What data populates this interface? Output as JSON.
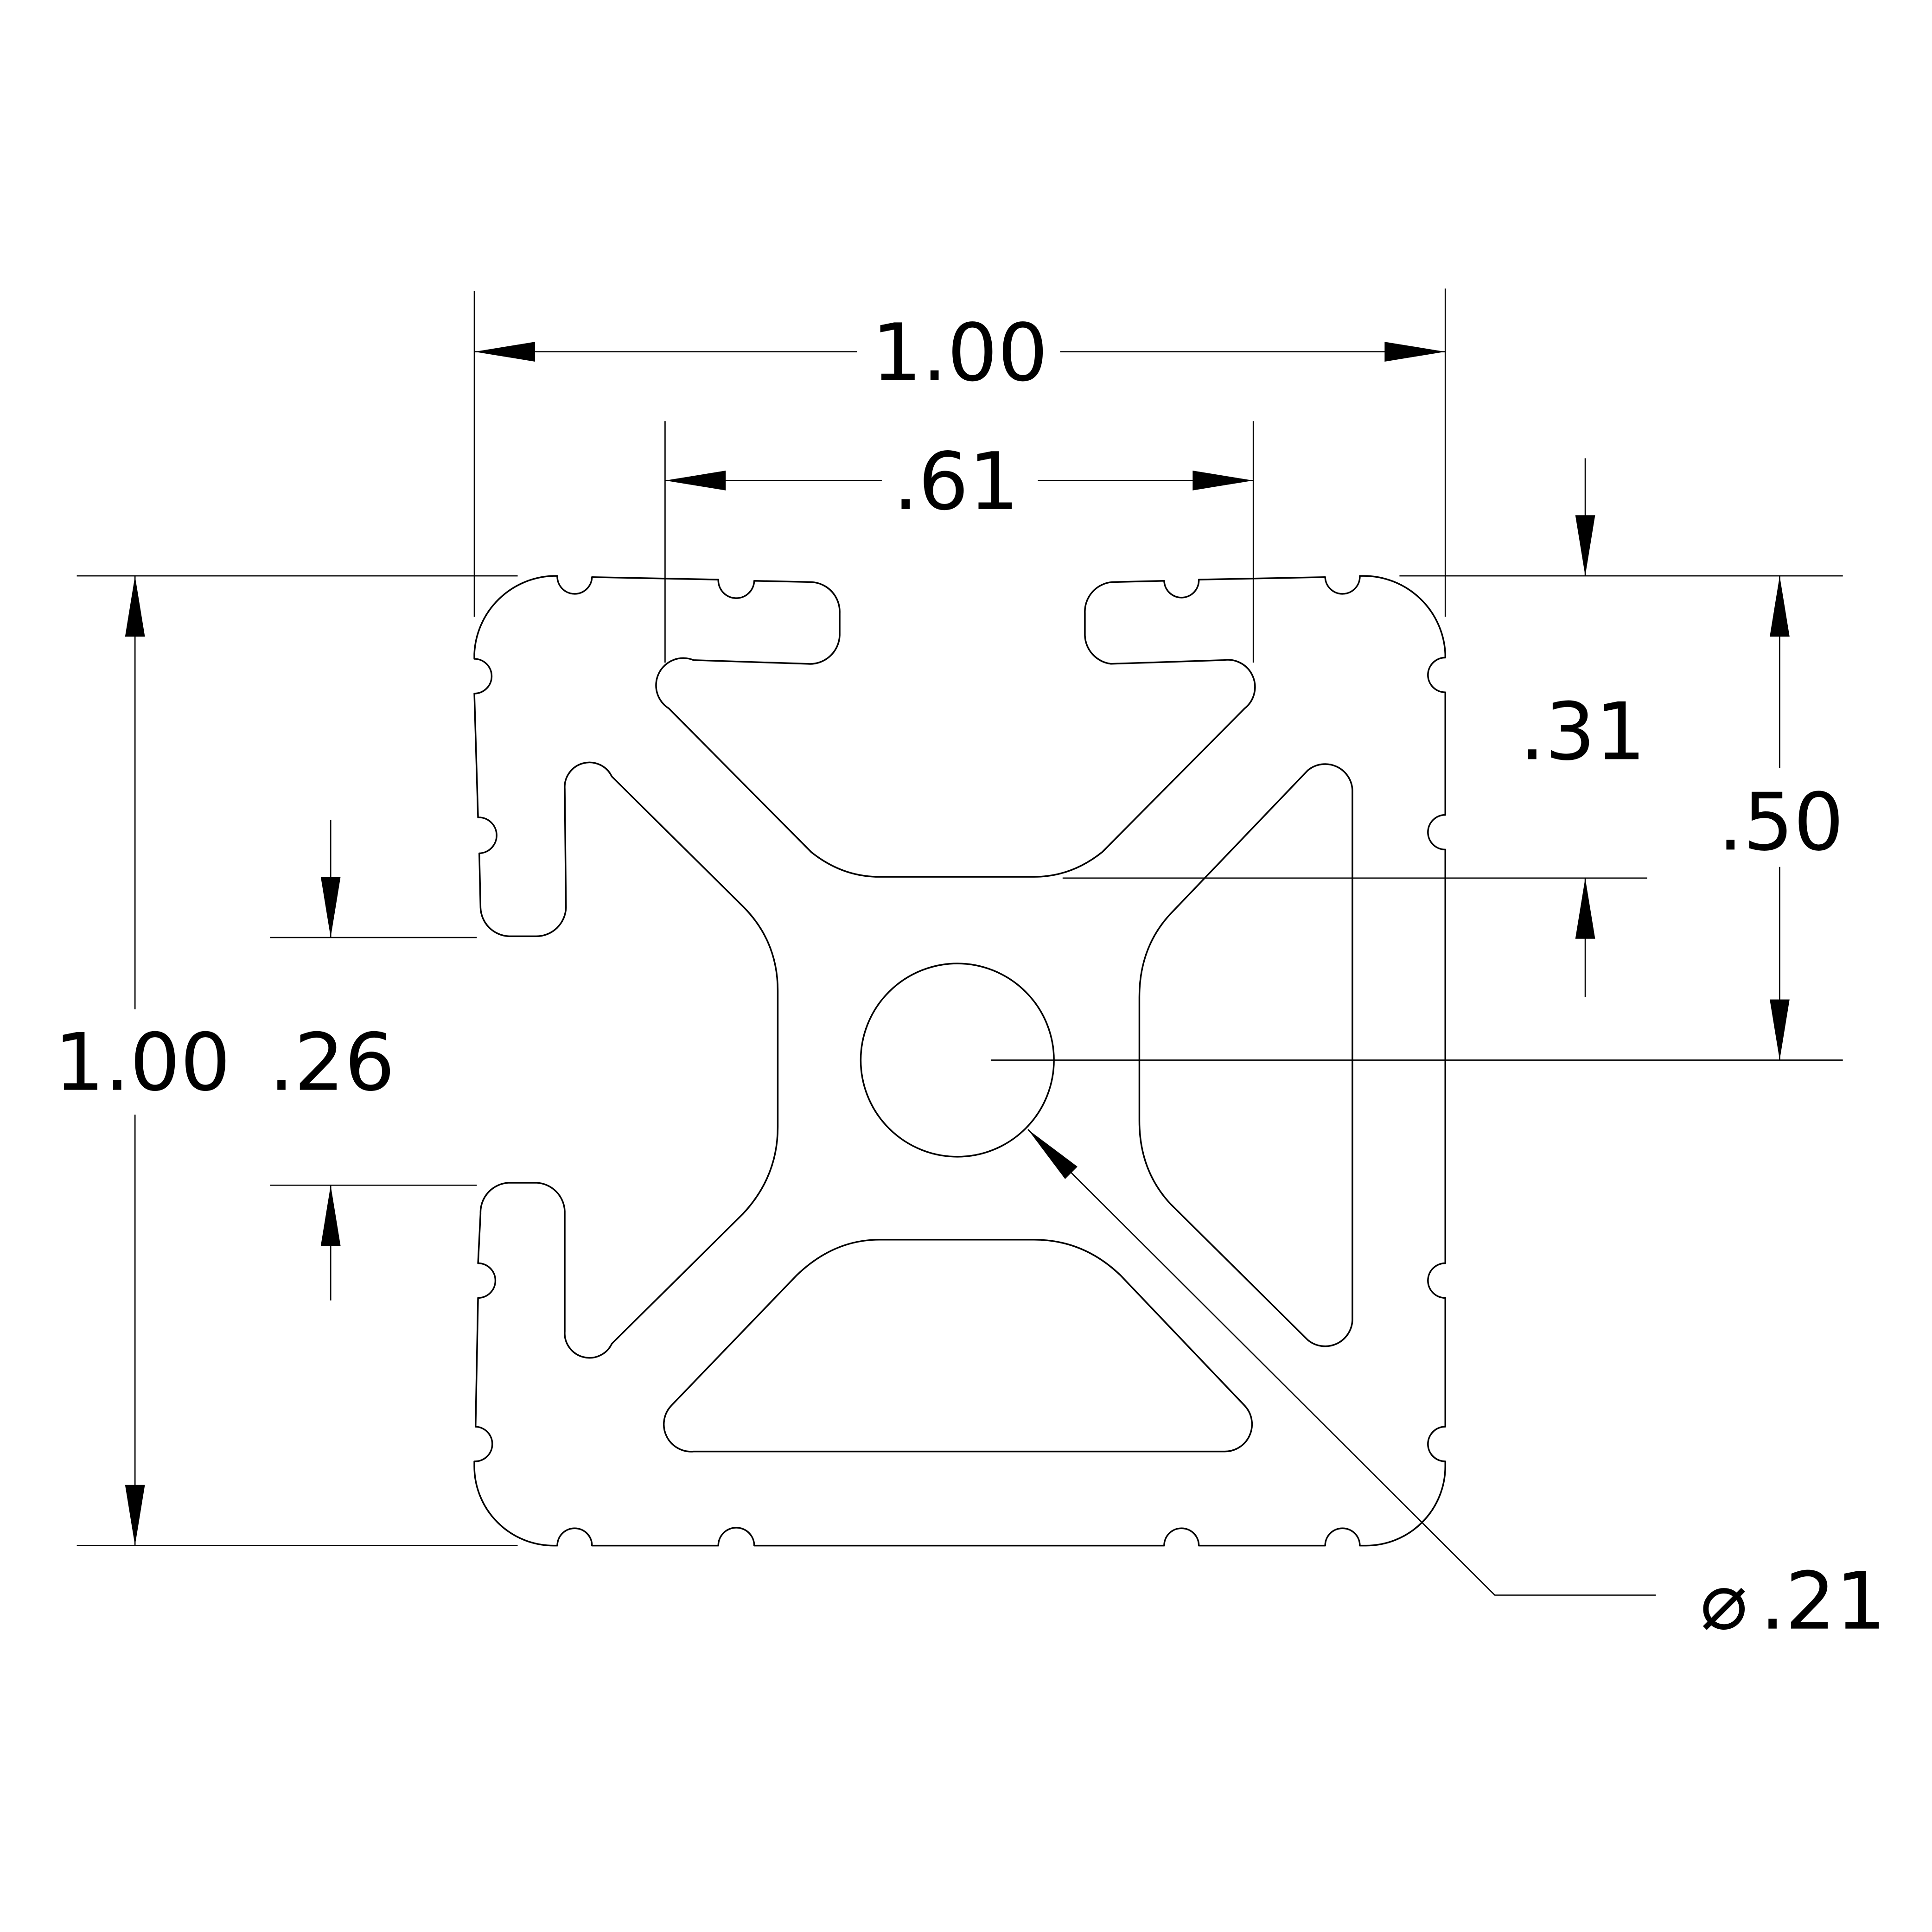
{
  "drawing": {
    "dimensions": {
      "overall_width": "1.00",
      "slot_opening_width": ".61",
      "overall_height": "1.00",
      "side_slot_opening": ".26",
      "slot_depth": ".31",
      "center_offset": ".50",
      "bore_diameter_symbol": "⌀",
      "bore_diameter": ".21"
    },
    "line_color": "#000000",
    "background_color": "#ffffff"
  }
}
